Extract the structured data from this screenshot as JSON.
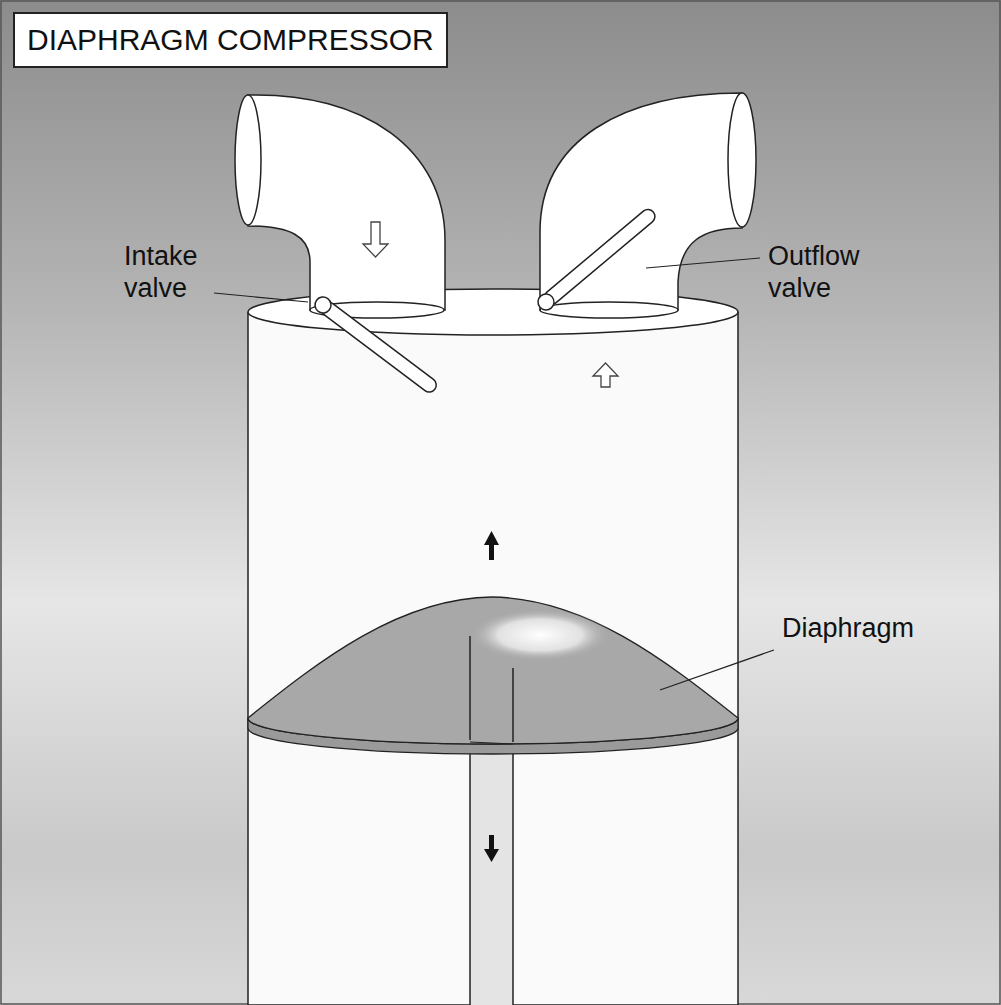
{
  "diagram": {
    "title": "DIAPHRAGM COMPRESSOR",
    "labels": [
      "Intake valve",
      "Outflow valve",
      "Diaphragm"
    ]
  }
}
